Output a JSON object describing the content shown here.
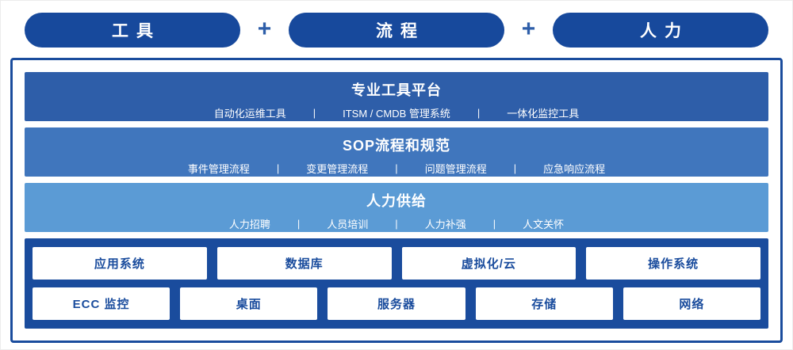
{
  "sep": "|",
  "header": {
    "plus": "+",
    "pills": [
      {
        "label": "工具"
      },
      {
        "label": "流程"
      },
      {
        "label": "人力"
      }
    ]
  },
  "bands": [
    {
      "title": "专业工具平台",
      "items": [
        "自动化运维工具",
        "ITSM / CMDB 管理系统",
        "一体化监控工具"
      ]
    },
    {
      "title": "SOP流程和规范",
      "items": [
        "事件管理流程",
        "变更管理流程",
        "问题管理流程",
        "应急响应流程"
      ]
    },
    {
      "title": "人力供给",
      "items": [
        "人力招聘",
        "人员培训",
        "人力补强",
        "人文关怀"
      ]
    }
  ],
  "infra": {
    "row1": [
      "应用系统",
      "数据库",
      "虚拟化/云",
      "操作系统"
    ],
    "row2": [
      "ECC 监控",
      "桌面",
      "服务器",
      "存储",
      "网络"
    ]
  },
  "colors": {
    "pill": "#17499c",
    "plus": "#2e5ea9",
    "band1": "#2e5ea9",
    "band2": "#4076bd",
    "band3": "#5b9bd5",
    "bottom": "#1a4c9d",
    "frame_border": "#1a4c9d",
    "box_text": "#1a4c9d"
  }
}
